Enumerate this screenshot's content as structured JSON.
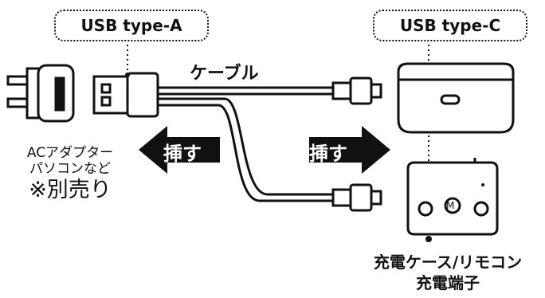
{
  "callouts": {
    "usb_a": "USB type-A",
    "usb_c": "USB type-C"
  },
  "cable_label": "ケーブル",
  "insert_left": "挿す",
  "insert_right": "挿す",
  "left_note": {
    "line1": "ACアダプター",
    "line2": "パソコンなど",
    "line3": "※別売り"
  },
  "bottom_note": {
    "line1": "充電ケース/リモコン",
    "line2": "充電端子"
  },
  "remote_button_label": "M",
  "colors": {
    "ink": "#111111",
    "background": "#ffffff"
  }
}
